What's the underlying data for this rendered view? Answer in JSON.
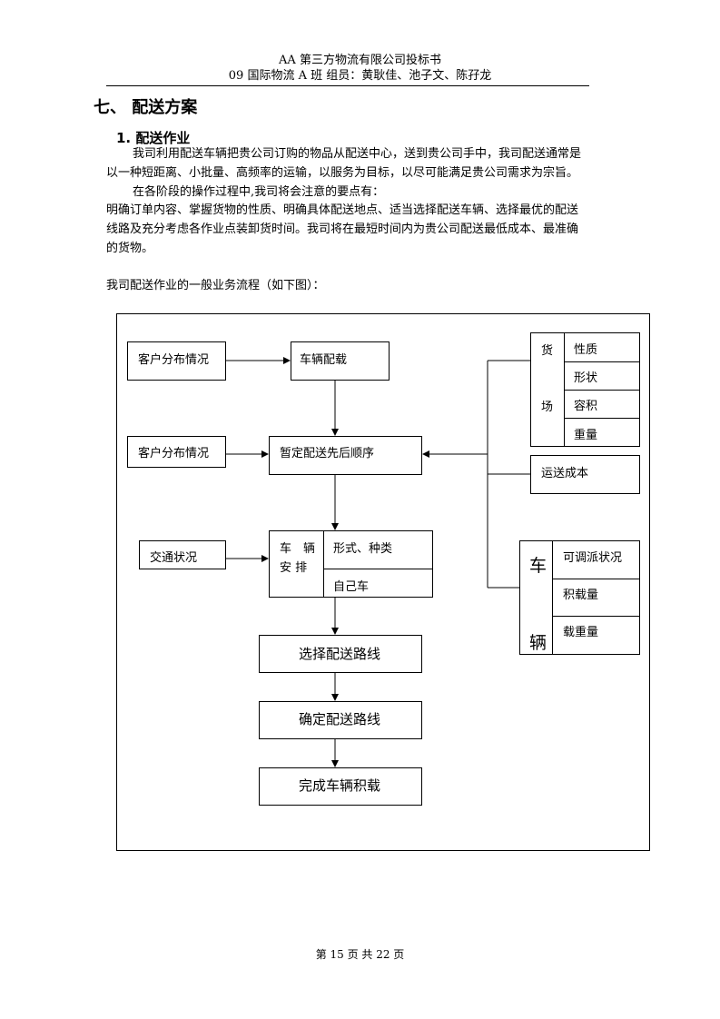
{
  "header": {
    "line1": "AA 第三方物流有限公司投标书",
    "line2": "09 国际物流 A 班  组员：黄耿佳、池子文、陈孖龙"
  },
  "section_title": "七、 配送方案",
  "subsection_title": "1.   配送作业",
  "paragraphs": {
    "p1_line1": "我司利用配送车辆把贵公司订购的物品从配送中心，送到贵公司手中，我司配送通常是",
    "p1_line2": "以一种短距离、小批量、高频率的运输，以服务为目标，以尽可能满足贵公司需求为宗旨。",
    "p2_line1": "在各阶段的操作过程中,我司将会注意的要点有：",
    "p2_line2": "明确订单内容、掌握货物的性质、明确具体配送地点、适当选择配送车辆、选择最优的配送",
    "p2_line3": "线路及充分考虑各作业点装卸货时间。我司将在最短时间内为贵公司配送最低成本、最准确",
    "p2_line4": "的货物。",
    "p3": "我司配送作业的一般业务流程（如下图）："
  },
  "flowchart": {
    "customer_dist_1": "客户分布情况",
    "vehicle_loading": "车辆配载",
    "customer_dist_2": "客户分布情况",
    "tentative_order": "暂定配送先后顺序",
    "traffic": "交通状况",
    "vehicle_arrange_1": "车　辆",
    "vehicle_arrange_2": "安 排",
    "form_type": "形式、种类",
    "own_vehicle": "自己车",
    "choose_route": "选择配送路线",
    "confirm_route": "确定配送路线",
    "complete_loading": "完成车辆积载",
    "goods_char_1": "货",
    "goods_char_2": "场",
    "goods_props": [
      "性质",
      "形状",
      "容积",
      "重量"
    ],
    "transport_cost": "运送成本",
    "vehicle_char_1": "车",
    "vehicle_char_2": "辆",
    "vehicle_props": [
      "可调派状况",
      "积载量",
      "载重量"
    ]
  },
  "footer": "第  15  页  共  22  页"
}
